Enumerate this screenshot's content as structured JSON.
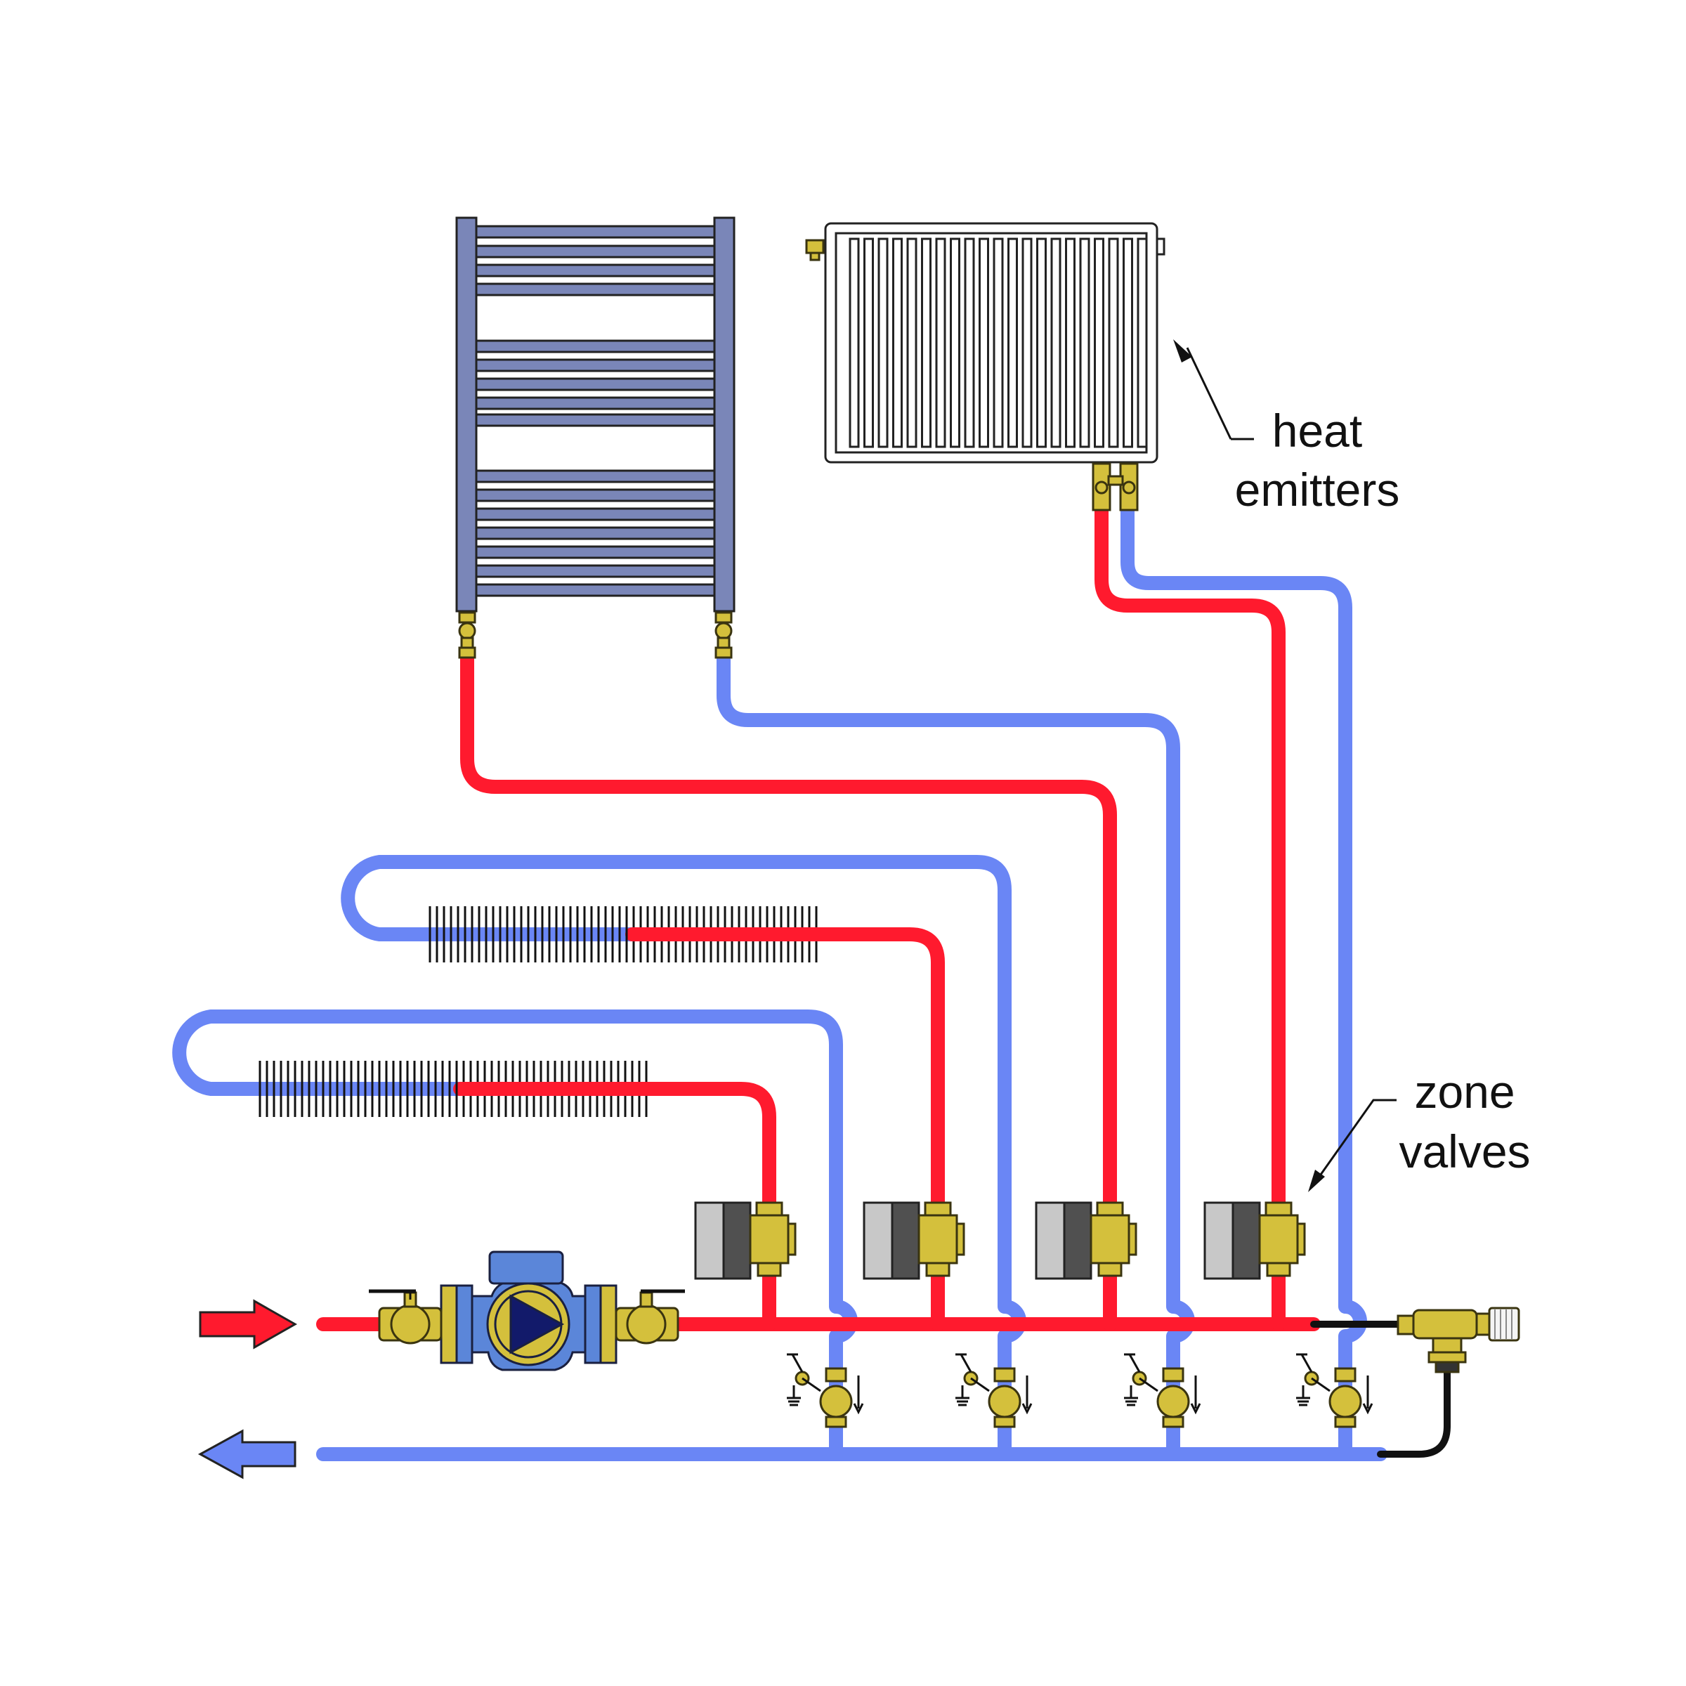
{
  "labels": {
    "heat_line1": "heat",
    "heat_line2": "emitters",
    "zone_line1": "zone",
    "zone_line2": "valves"
  },
  "colors": {
    "supply": "#ff1a2e",
    "return": "#6a86f5",
    "brass": "#d4c03c",
    "brass_outline": "#3a3410",
    "pump_body": "#5b86d9",
    "towel_rail": "#7a86b8",
    "actuator_light": "#c8c8c8",
    "actuator_dark": "#505050",
    "line": "#111111"
  },
  "icons": {
    "circulator": "circulator-pump-icon",
    "zone_valve": "zone-valve-icon",
    "purge_valve": "purge-valve-icon",
    "bypass_valve": "differential-bypass-valve-icon",
    "towel_warmer": "towel-warmer-radiator-icon",
    "panel_radiator": "panel-radiator-icon",
    "baseboard": "fin-tube-baseboard-icon"
  }
}
